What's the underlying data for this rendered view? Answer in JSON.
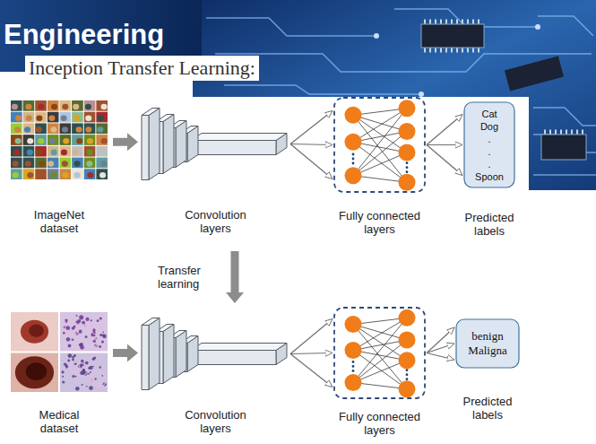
{
  "diagram": {
    "title": "Inception Transfer Learning:",
    "nodes": [
      {
        "text": [
          "ImageNet dataset"
        ]
      },
      {
        "text": [
          "Convolution layers"
        ]
      },
      {
        "text": [
          "Fully connected layers"
        ]
      },
      {
        "text": [
          "Cat Dog . . . Spoon",
          "Predicted labels"
        ]
      },
      {
        "text": [
          "Medical dataset"
        ]
      },
      {
        "text": [
          "Convolution layers"
        ]
      },
      {
        "text": [
          "Fully connected layers"
        ]
      },
      {
        "text": [
          "benign Maligna",
          "Predicted labels"
        ]
      }
    ],
    "edges": [
      {
        "from": 0,
        "to": 1,
        "arrow": "to"
      },
      {
        "from": 1,
        "to": 2,
        "arrow": "to"
      },
      {
        "from": 2,
        "to": 3,
        "arrow": "to"
      },
      {
        "from": 1,
        "to": 5,
        "arrow": "to",
        "label": "Transfer learning"
      },
      {
        "from": 4,
        "to": 5,
        "arrow": "to"
      },
      {
        "from": 5,
        "to": 6,
        "arrow": "to"
      },
      {
        "from": 6,
        "to": 7,
        "arrow": "to"
      }
    ],
    "labels": [
      "Engineering"
    ]
  }
}
